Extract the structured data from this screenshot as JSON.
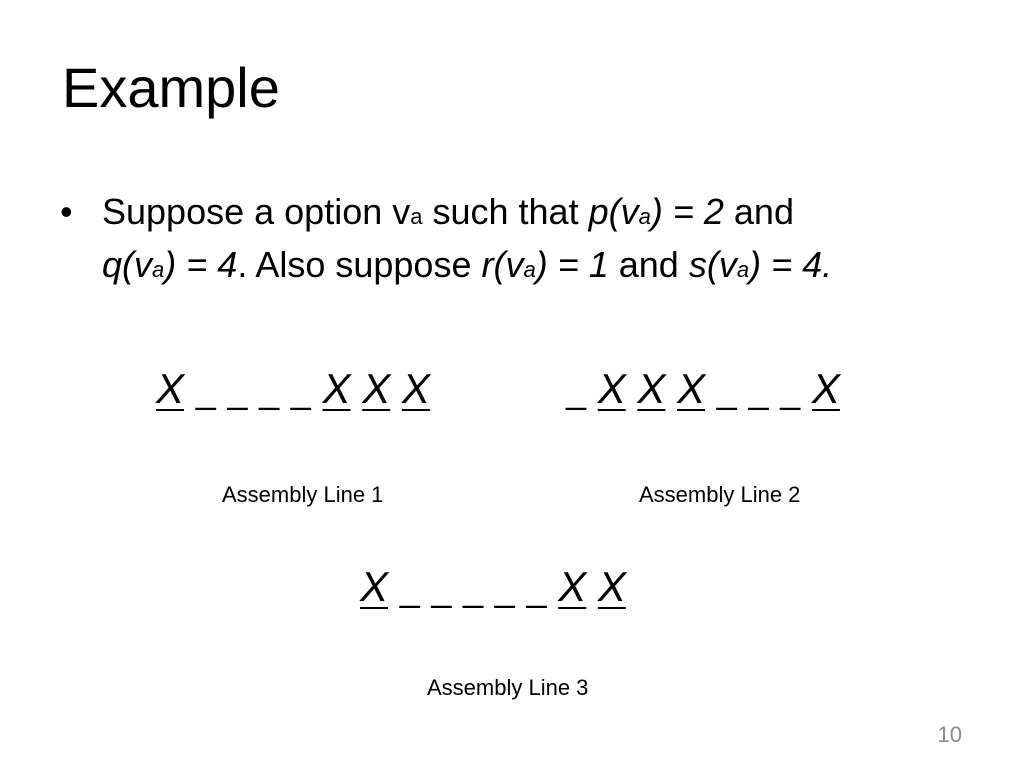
{
  "slide": {
    "title": "Example",
    "page_number": "10"
  },
  "bullet": {
    "marker": "•",
    "part1": "Suppose a option v",
    "sub_a1": "a",
    "part2": " such that ",
    "expr_p_open": "p(v",
    "sub_a2": "a",
    "expr_p_close": ") = 2",
    "part3": " and ",
    "expr_q_open": "q(v",
    "sub_a3": "a",
    "expr_q_close": ") = 4",
    "part4": ". Also suppose ",
    "expr_r_open": "r(v",
    "sub_a4": "a",
    "expr_r_close": ") = 1",
    "part5": " and ",
    "expr_s_open": "s(v",
    "sub_a5": "a",
    "expr_s_close": ") = 4."
  },
  "assembly_lines": [
    {
      "label": "Assembly Line 1",
      "tokens": [
        "X",
        "_",
        "_",
        "_",
        "_",
        "X",
        "X",
        "X"
      ]
    },
    {
      "label": "Assembly Line 2",
      "tokens": [
        "_",
        "X",
        "X",
        "X",
        "_",
        "_",
        "_",
        "X"
      ]
    },
    {
      "label": "Assembly Line 3",
      "tokens": [
        "X",
        "_",
        "_",
        "_",
        "_",
        "_",
        "X",
        "X"
      ]
    }
  ]
}
